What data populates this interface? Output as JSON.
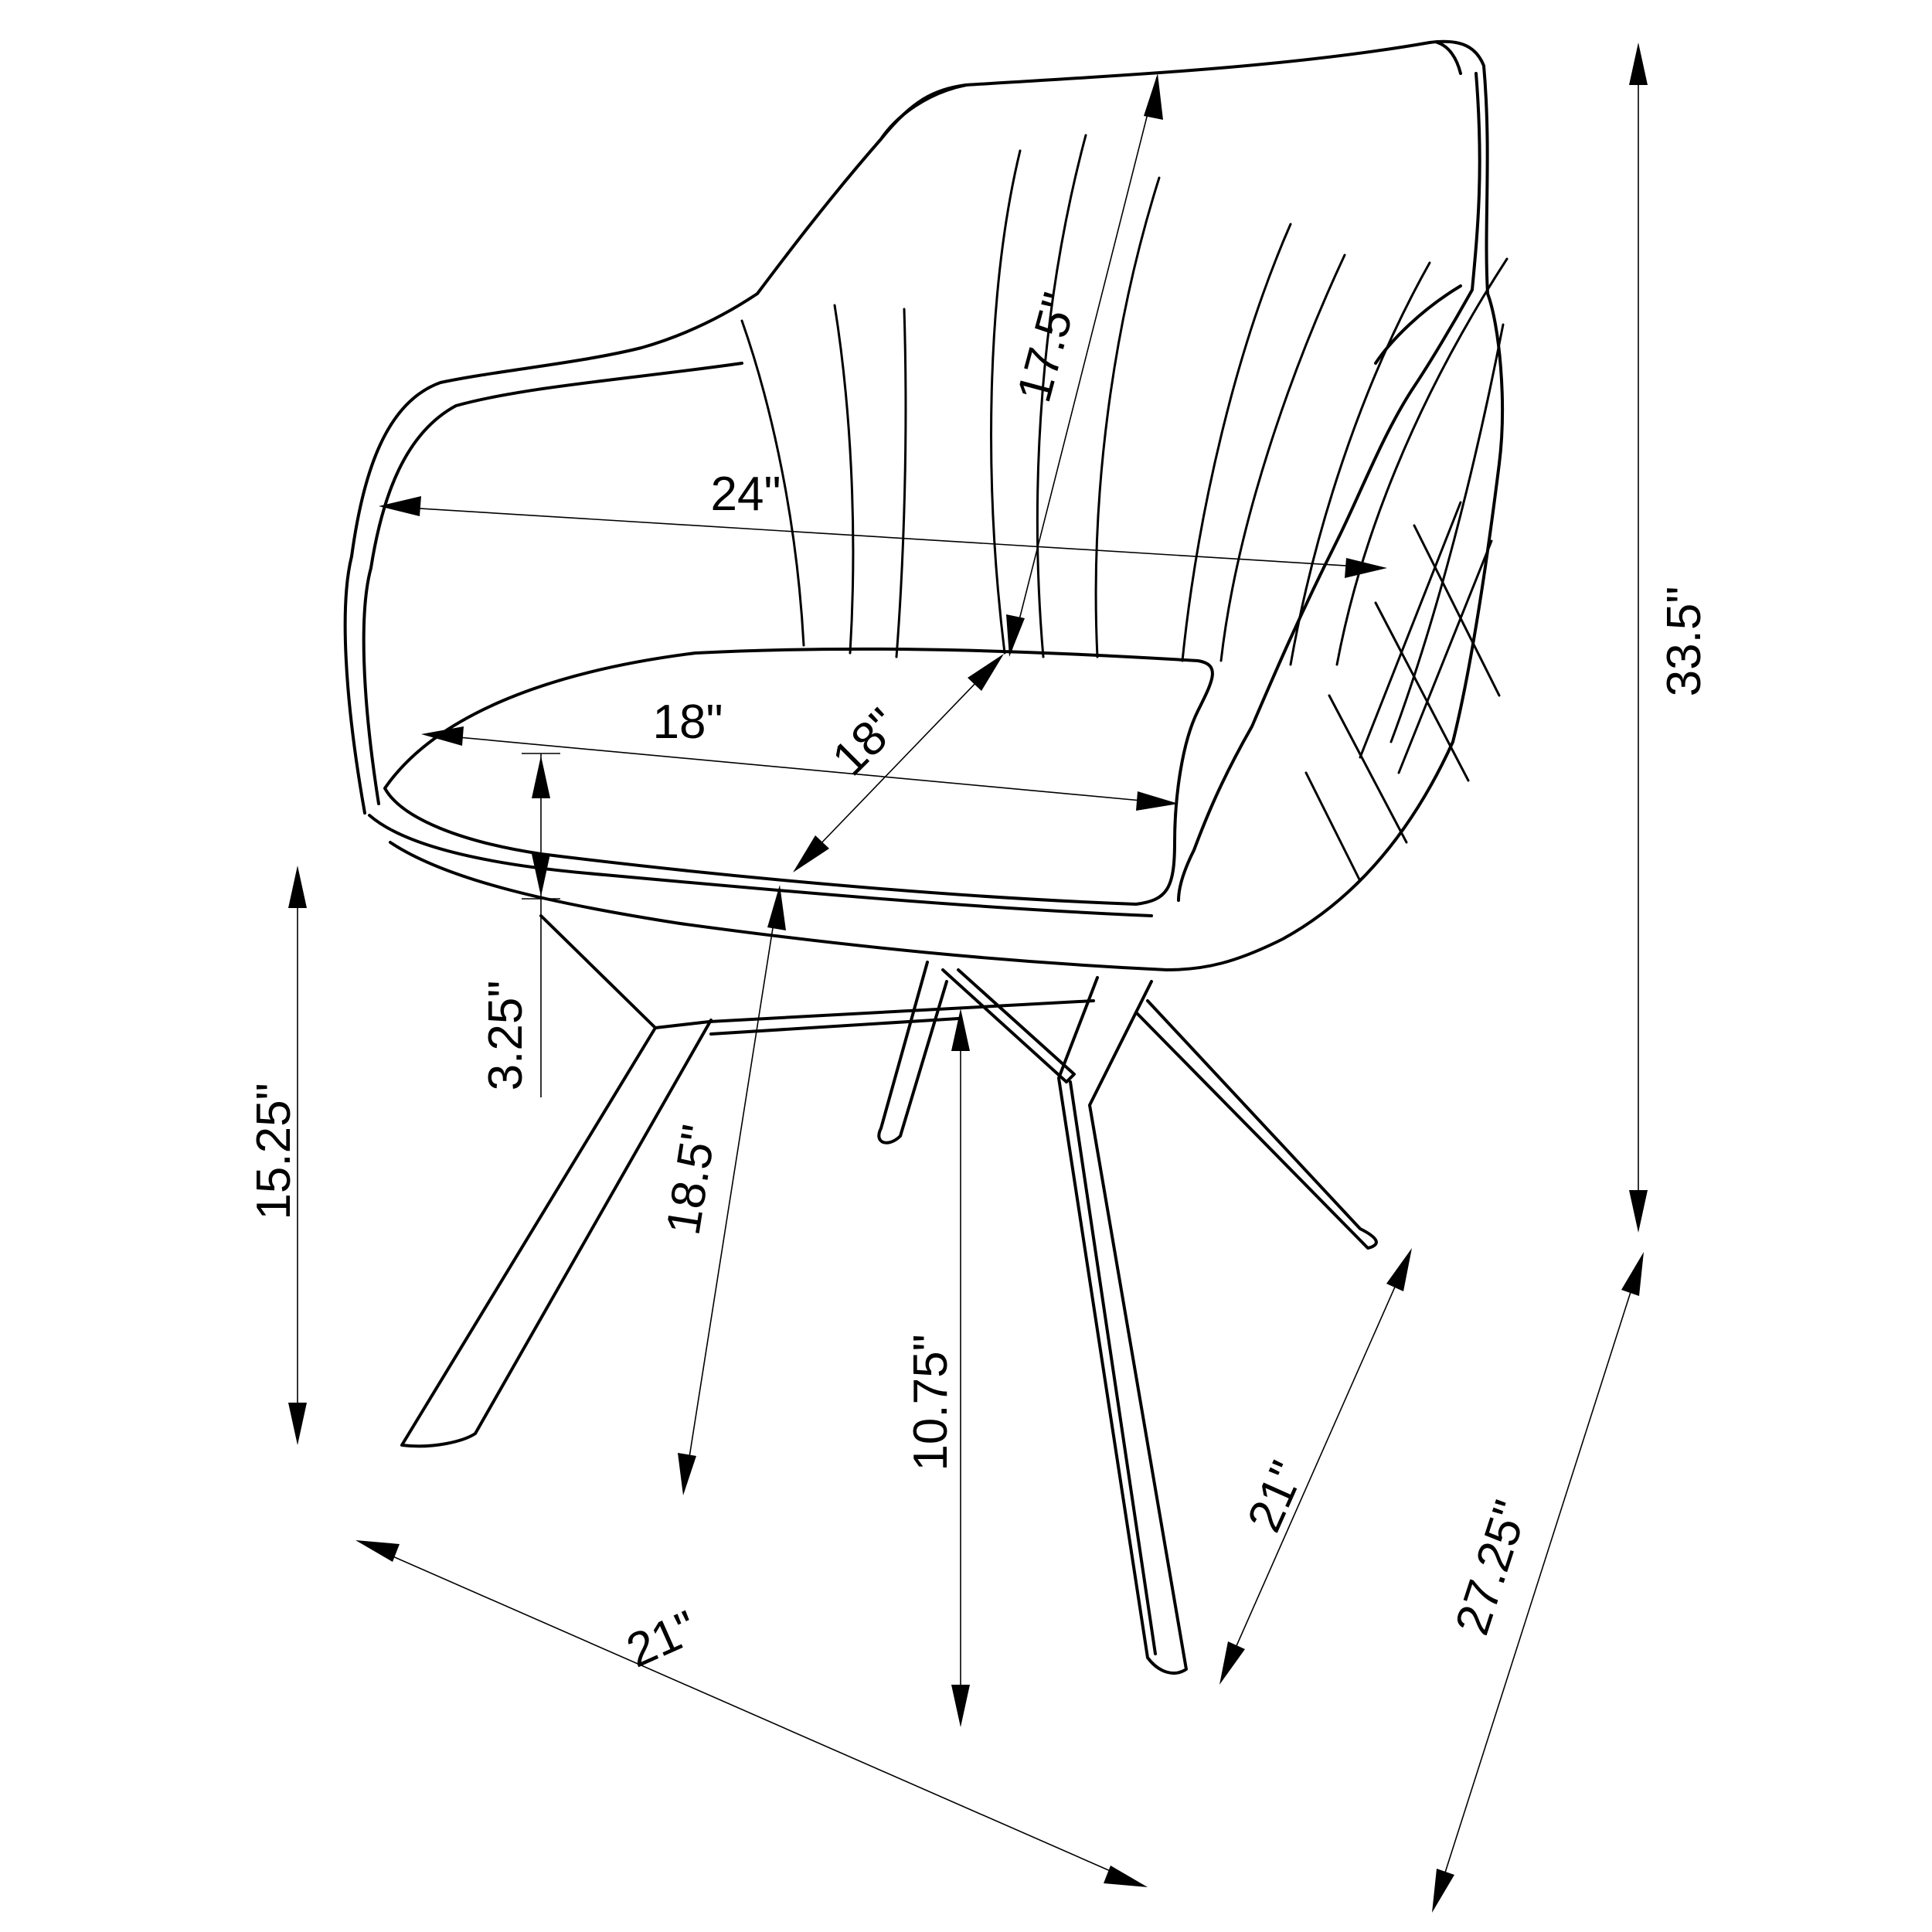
{
  "diagram": {
    "subject": "upholstered swivel dining armchair with four splayed metal legs",
    "line_color": "#000000",
    "background_color": "#ffffff"
  },
  "dimensions": {
    "overall_height": "33.5\"",
    "back_height": "17.5\"",
    "arm_width": "24\"",
    "seat_width": "18\"",
    "seat_depth": "18\"",
    "cushion_thickness": "3.25\"",
    "arm_height": "15.25\"",
    "seat_height": "18.5\"",
    "leg_clearance": "10.75\"",
    "base_width": "21\"",
    "base_depth": "21\"",
    "overall_depth": "27.25\""
  }
}
